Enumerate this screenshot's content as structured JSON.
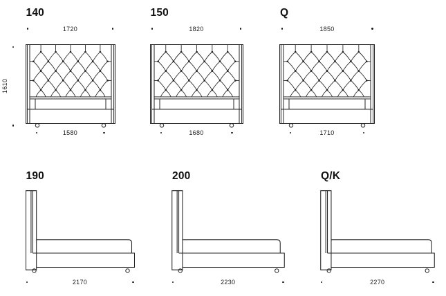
{
  "colors": {
    "background": "#ffffff",
    "line": "#232323",
    "text": "#161616"
  },
  "front_height": "1610",
  "front_views": [
    {
      "label": "140",
      "headboard_width": "1720",
      "base_width": "1580"
    },
    {
      "label": "150",
      "headboard_width": "1820",
      "base_width": "1680"
    },
    {
      "label": "Q",
      "headboard_width": "1850",
      "base_width": "1710"
    }
  ],
  "side_views": [
    {
      "label": "190",
      "length": "2170"
    },
    {
      "label": "200",
      "length": "2230"
    },
    {
      "label": "Q/K",
      "length": "2270"
    }
  ],
  "drawing_style": {
    "headboard": "diamond-tufted",
    "view_top_row": "front",
    "view_bottom_row": "side"
  }
}
